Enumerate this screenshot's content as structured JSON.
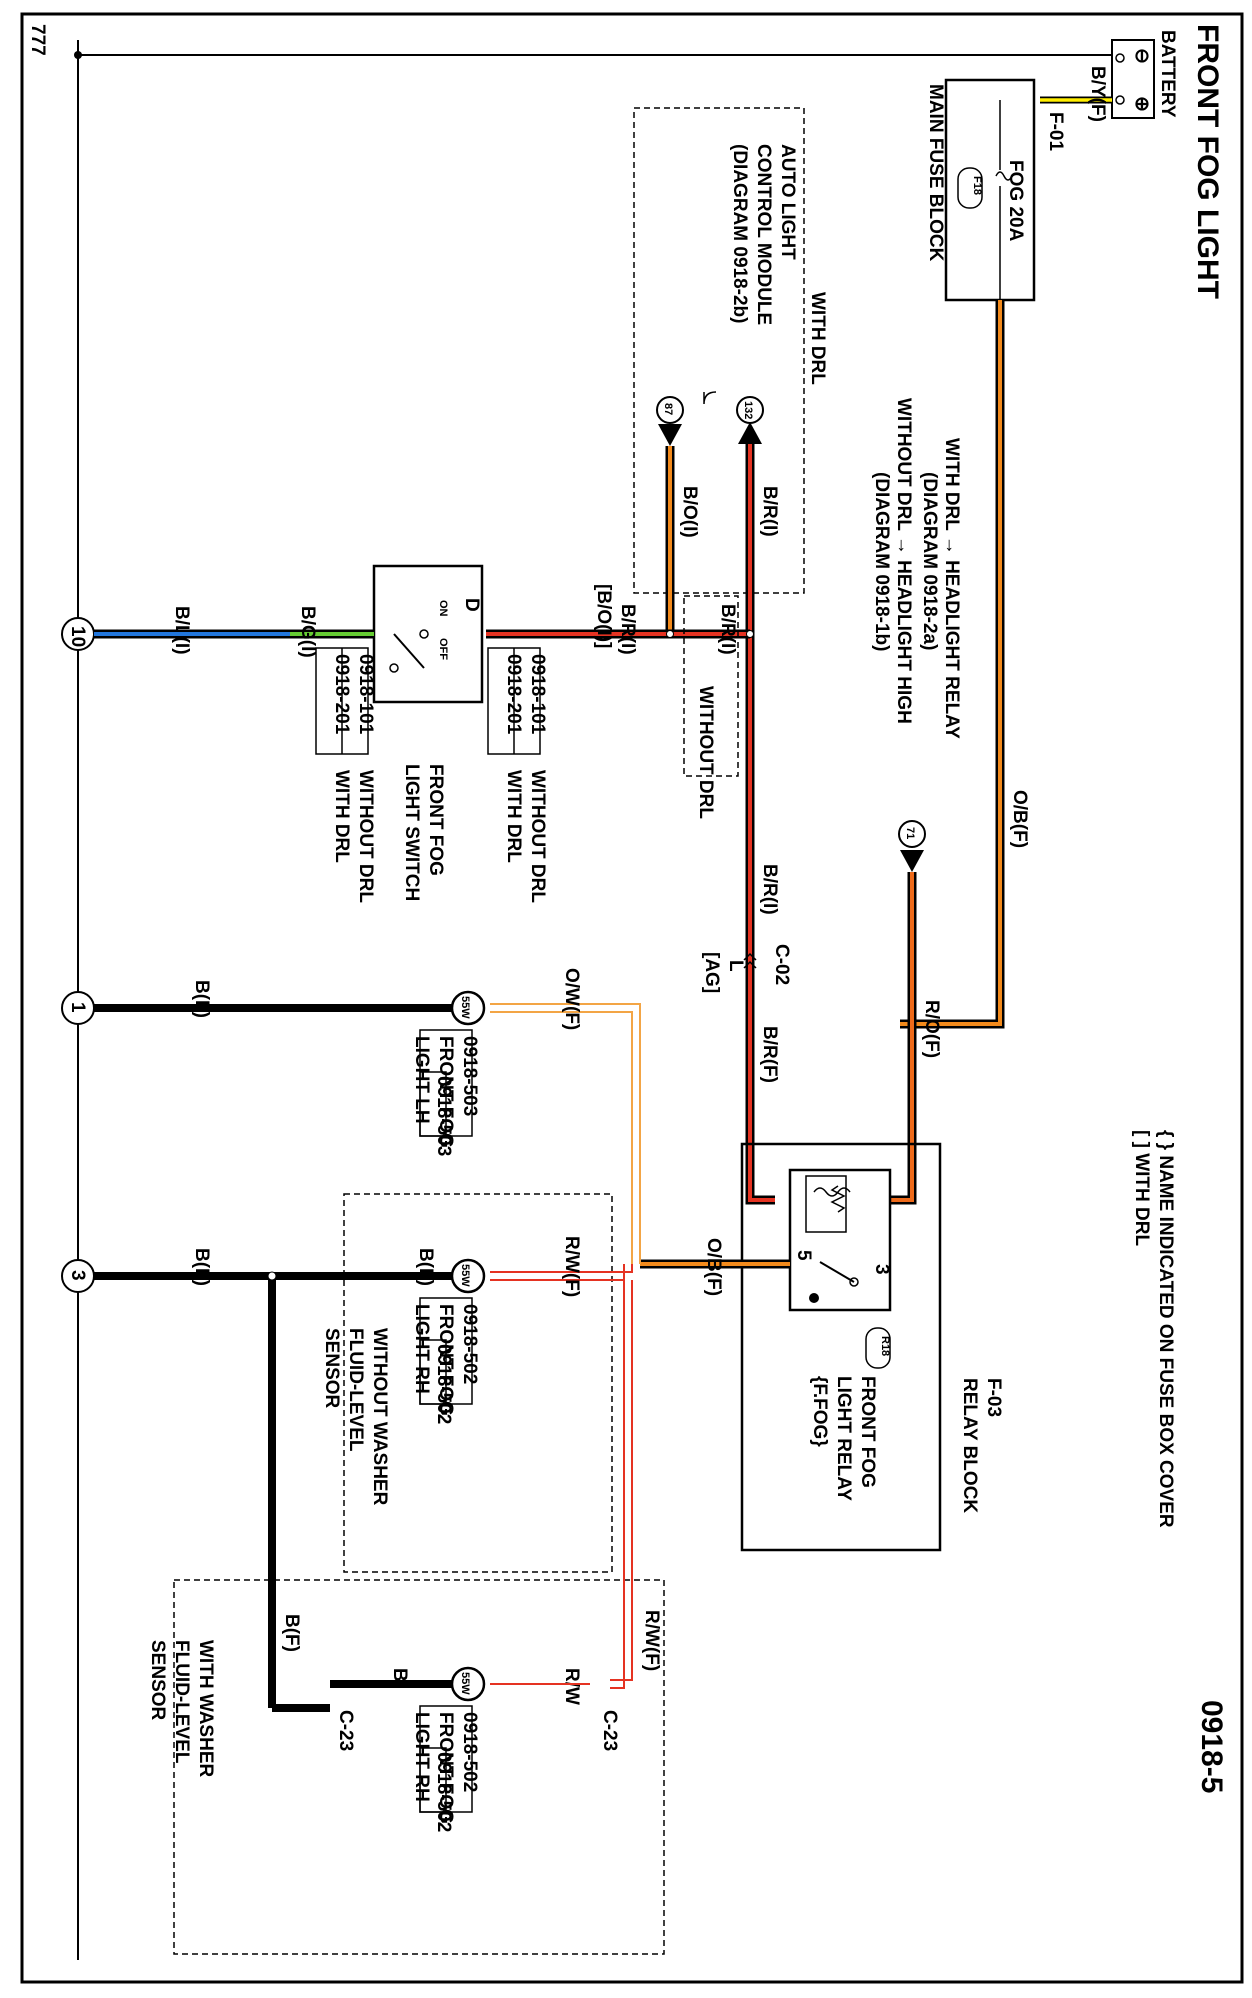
{
  "title": "FRONT FOG LIGHT",
  "page_number": "0918-5",
  "legend": {
    "braces": "{ } NAME INDICATED ON FUSE BOX COVER",
    "brackets": "[ ] WITH DRL"
  },
  "battery": {
    "label": "BATTERY",
    "minus": "⊖",
    "plus": "⊕"
  },
  "ground_symbol": "777",
  "main_fuse_block": {
    "label": "MAIN FUSE BLOCK",
    "connector": "F-01",
    "fuse_name": "FOG 20A",
    "fuse_id": "F18",
    "battery_wire": "B/Y(F)"
  },
  "auto_light_module": {
    "group_label": "WITH DRL",
    "line1": "AUTO LIGHT",
    "line2": "CONTROL MODULE",
    "line3": "(DIAGRAM 0918-2b)",
    "pin_out": "132",
    "pin_in": "87",
    "wire_out": "B/R(I)",
    "wire_in": "B/O(I)"
  },
  "without_drl_box": {
    "label": "WITHOUT DRL",
    "wire": "B/R(I)"
  },
  "headlight_note": {
    "line1": "WITH DRL → HEADLIGHT RELAY",
    "line2": "(DIAGRAM 0918-2a)",
    "line3": "WITHOUT DRL → HEADLIGHT HIGH",
    "line4": "(DIAGRAM 0918-1b)",
    "pin": "71"
  },
  "fog_switch": {
    "label1": "FRONT FOG",
    "label2": "LIGHT SWITCH",
    "on": "ON",
    "off": "OFF",
    "terminal": "D",
    "input_wire_1": "B/R(I)",
    "input_wire_2": "[B/O(I)]",
    "output_wire": "B/G(I)",
    "codes_top": [
      "0918-101",
      "0918-201"
    ],
    "codes_bottom": [
      "0918-101",
      "0918-201"
    ],
    "code_notes": [
      "WITHOUT DRL",
      "WITH DRL"
    ]
  },
  "ground_wire": "B/L(I)",
  "ground_points": [
    "10",
    "1",
    "3"
  ],
  "connector_c02": {
    "name": "C-02",
    "pin": "L",
    "sub": "[AG]",
    "wire_in": "B/R(I)",
    "wire_out": "B/R(F)"
  },
  "relay": {
    "block_connector": "F-03",
    "block_label": "RELAY BLOCK",
    "id": "R18",
    "label1": "FRONT FOG",
    "label2": "LIGHT RELAY",
    "label3": "{F.FOG}",
    "pin3": "3",
    "pin5": "5",
    "feed_wire": "O/B(F)",
    "coil_wire": "R/O(F)",
    "output_wire": "O/B(F)"
  },
  "fog_lh": {
    "line1": "FRONT FOG",
    "line2": "LIGHT LH",
    "code": "0918-503",
    "watt": "55W",
    "supply_wire": "O/W(F)",
    "ground_wire": "B(F)"
  },
  "fog_rh_without": {
    "line1": "FRONT FOG",
    "line2": "LIGHT RH",
    "code": "0918-502",
    "watt": "55W",
    "supply_wire": "R/W(F)",
    "ground_wire": "B(F)",
    "ground_main": "B(F)",
    "group1": "WITHOUT WASHER",
    "group2": "FLUID-LEVEL",
    "group3": "SENSOR"
  },
  "fog_rh_with": {
    "line1": "FRONT FOG",
    "line2": "LIGHT RH",
    "code": "0918-502",
    "watt": "55W",
    "supply_wire": "R/W(F)",
    "connector": "C-23",
    "pin_supply": "R/W",
    "pin_ground": "B",
    "ground_wire": "B(F)",
    "group1": "WITH WASHER",
    "group2": "FLUID-LEVEL",
    "group3": "SENSOR"
  },
  "colors": {
    "red": "#e53322",
    "orange": "#f28a1c",
    "dark_orange": "#ee6a1a",
    "green": "#66cc33",
    "blue": "#2277dd",
    "yellow": "#ffee00",
    "light_orange": "#f3a545"
  }
}
